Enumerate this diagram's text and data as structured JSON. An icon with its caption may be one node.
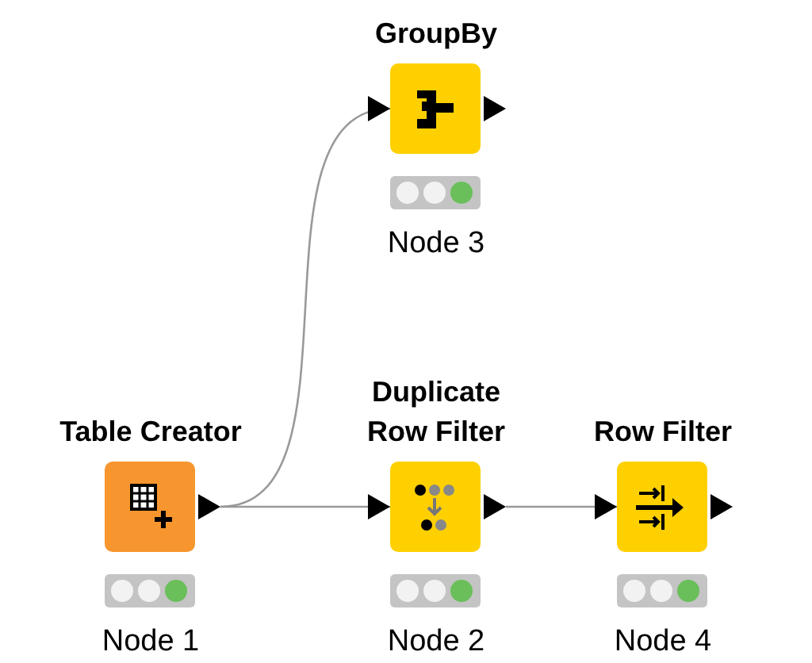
{
  "diagram": {
    "nodes": [
      {
        "text": [
          "GroupBy"
        ],
        "beside": [
          "Node 3"
        ]
      },
      {
        "text": [
          "Table Creator"
        ],
        "beside": [
          "Node 1"
        ]
      },
      {
        "text": [
          "Duplicate Row Filter"
        ],
        "beside": [
          "Node 2"
        ]
      },
      {
        "text": [
          "Row Filter"
        ],
        "beside": [
          "Node 4"
        ]
      }
    ],
    "edges": [
      {
        "from": 1,
        "to": 0,
        "arrow": "to"
      },
      {
        "from": 1,
        "to": 2,
        "arrow": "to"
      },
      {
        "from": 2,
        "to": 3,
        "arrow": "to"
      }
    ]
  }
}
